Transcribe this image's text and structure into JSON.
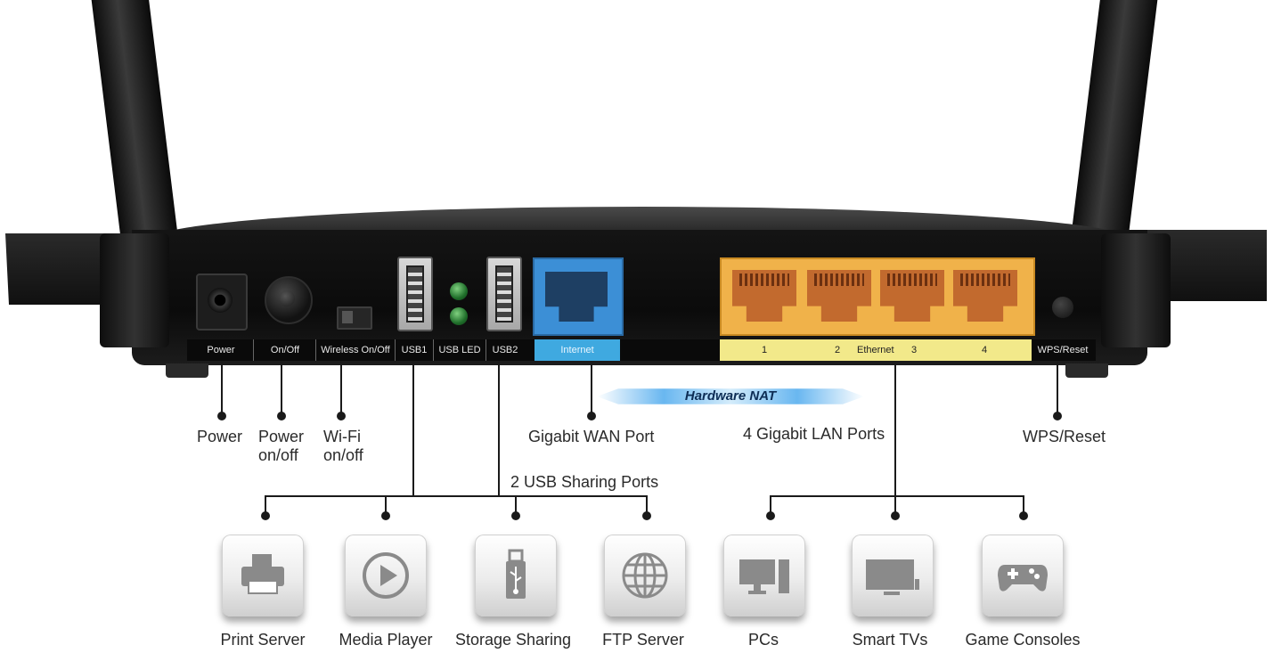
{
  "panel_labels": {
    "power": "Power",
    "on_off": "On/Off",
    "wireless": "Wireless On/Off",
    "usb1": "USB1",
    "usb_led": "USB LED",
    "usb2": "USB2",
    "internet": "Internet",
    "eth1": "1",
    "eth2": "2",
    "ethernet": "Ethernet",
    "eth3": "3",
    "eth4": "4",
    "wps_reset": "WPS/Reset"
  },
  "banner": {
    "hardware_nat": "Hardware NAT"
  },
  "callouts": {
    "power": "Power",
    "power_onoff_1": "Power",
    "power_onoff_2": "on/off",
    "wifi_1": "Wi-Fi",
    "wifi_2": "on/off",
    "wan": "Gigabit WAN Port",
    "lan": "4 Gigabit LAN Ports",
    "wps": "WPS/Reset",
    "usb_sharing": "2 USB Sharing Ports"
  },
  "tiles": [
    {
      "label": "Print Server",
      "icon": "printer-icon"
    },
    {
      "label": "Media Player",
      "icon": "play-icon"
    },
    {
      "label": "Storage Sharing",
      "icon": "usb-drive-icon"
    },
    {
      "label": "FTP Server",
      "icon": "globe-icon"
    },
    {
      "label": "PCs",
      "icon": "desktop-pc-icon"
    },
    {
      "label": "Smart TVs",
      "icon": "tv-icon"
    },
    {
      "label": "Game Consoles",
      "icon": "gamepad-icon"
    }
  ],
  "colors": {
    "wan_port": "#3c8fd6",
    "internet_label": "#3fa9e0",
    "lan_ports": "#f0b24a",
    "ethernet_label": "#f2e98a",
    "nat_banner": "#69b7f0"
  }
}
